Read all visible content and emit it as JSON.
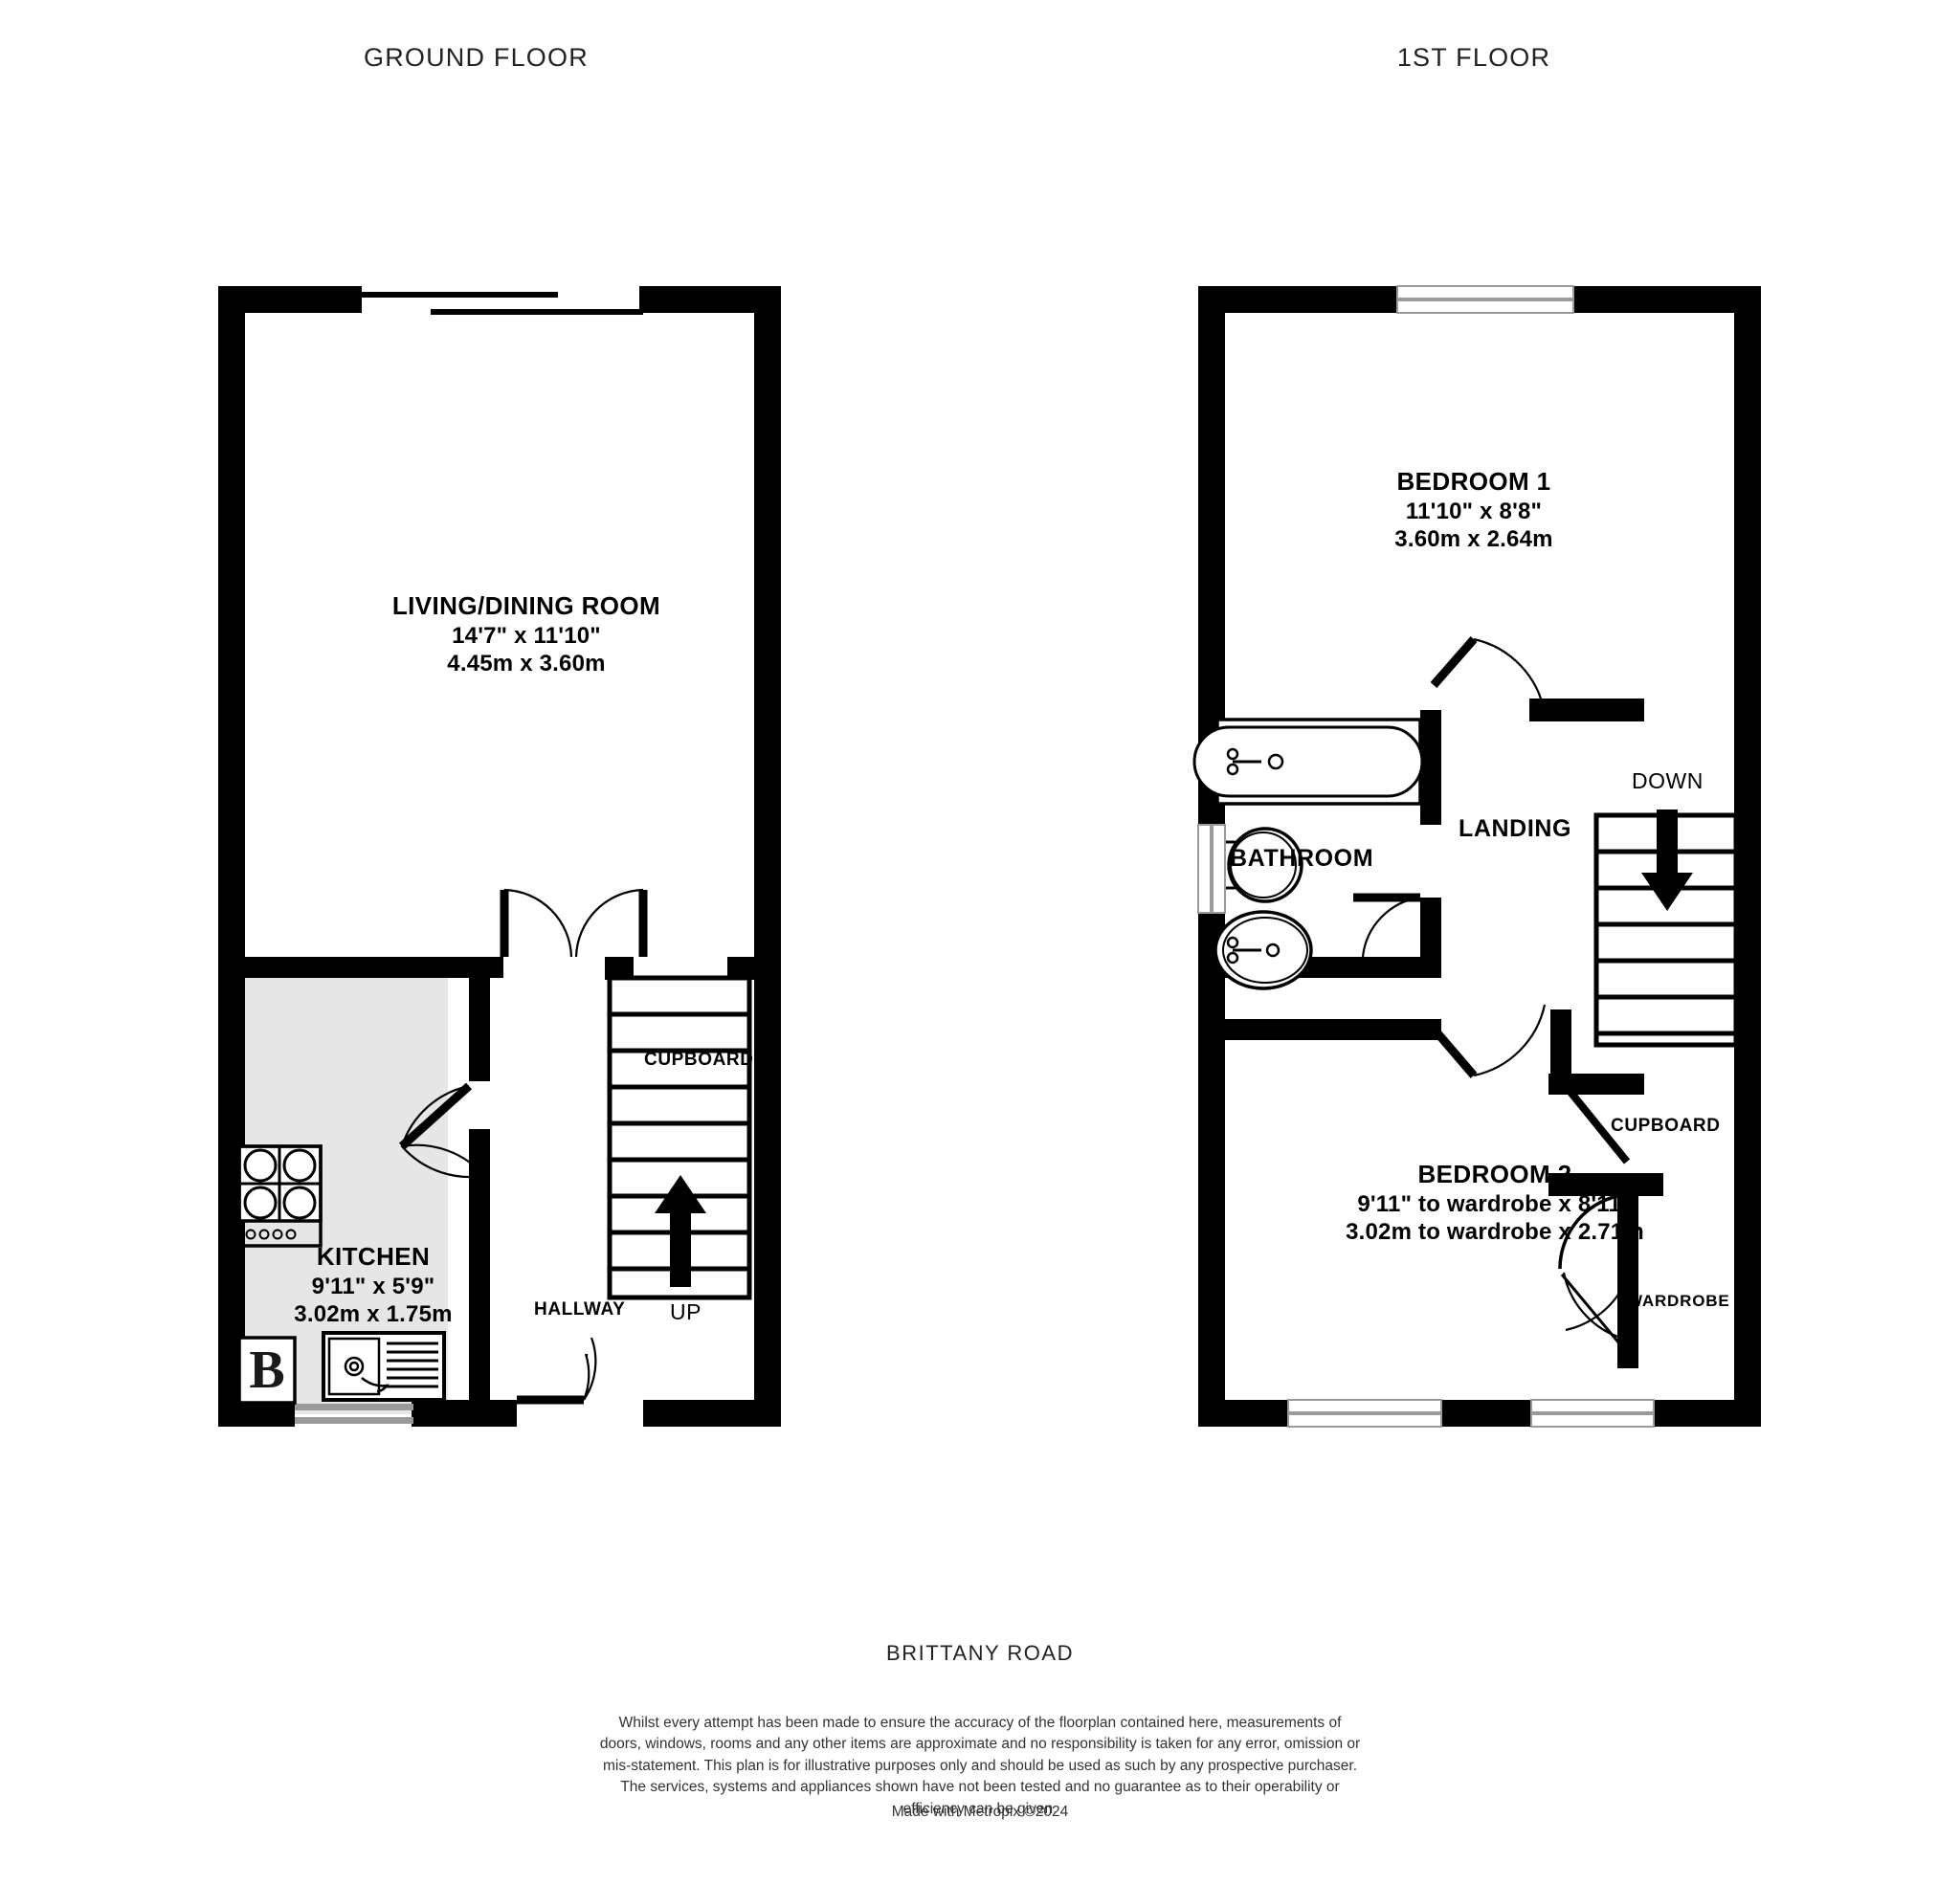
{
  "document": {
    "address": "BRITTANY ROAD",
    "disclaimer": "Whilst every attempt has been made to ensure the accuracy of the floorplan contained here, measurements of doors, windows, rooms and any other items are approximate and no responsibility is taken for any error, omission or mis-statement. This plan is for illustrative purposes only and should be used as such by any prospective purchaser. The services, systems and appliances shown have not been tested and no guarantee as to their operability or efficiency can be given.",
    "made_with": "Made with Metropix ©2024"
  },
  "floors": [
    {
      "id": "ground",
      "title": "GROUND FLOOR",
      "rooms": [
        {
          "id": "living-dining",
          "name": "LIVING/DINING ROOM",
          "dim_imperial": "14'7\"  x 11'10\"",
          "dim_metric": "4.45m  x 3.60m"
        },
        {
          "id": "kitchen",
          "name": "KITCHEN",
          "dim_imperial": "9'11\"  x 5'9\"",
          "dim_metric": "3.02m  x 1.75m"
        }
      ],
      "annotations": [
        {
          "id": "hallway",
          "text": "HALLWAY"
        },
        {
          "id": "cupboard",
          "text": "CUPBOARD"
        },
        {
          "id": "stairs-up",
          "text": "UP"
        },
        {
          "id": "boiler",
          "text": "B"
        }
      ]
    },
    {
      "id": "first",
      "title": "1ST FLOOR",
      "rooms": [
        {
          "id": "bedroom-1",
          "name": "BEDROOM 1",
          "dim_imperial": "11'10\"  x 8'8\"",
          "dim_metric": "3.60m  x 2.64m"
        },
        {
          "id": "bedroom-2",
          "name": "BEDROOM 2",
          "dim_imperial": "9'11\" to wardrobe x 8'11\"",
          "dim_metric": "3.02m to wardrobe x 2.71m"
        },
        {
          "id": "bathroom",
          "name": "BATHROOM",
          "dim_imperial": "",
          "dim_metric": ""
        }
      ],
      "annotations": [
        {
          "id": "landing",
          "text": "LANDING"
        },
        {
          "id": "cupboard",
          "text": "CUPBOARD"
        },
        {
          "id": "stairs-down",
          "text": "DOWN"
        },
        {
          "id": "wardrobe",
          "text": "WARDROBE"
        }
      ]
    }
  ],
  "style": {
    "wall_color": "#000000",
    "floor_fill": "#ffffff",
    "kitchen_fill": "#e6e6e6",
    "line_color": "#000000",
    "text_color": "#000000"
  }
}
